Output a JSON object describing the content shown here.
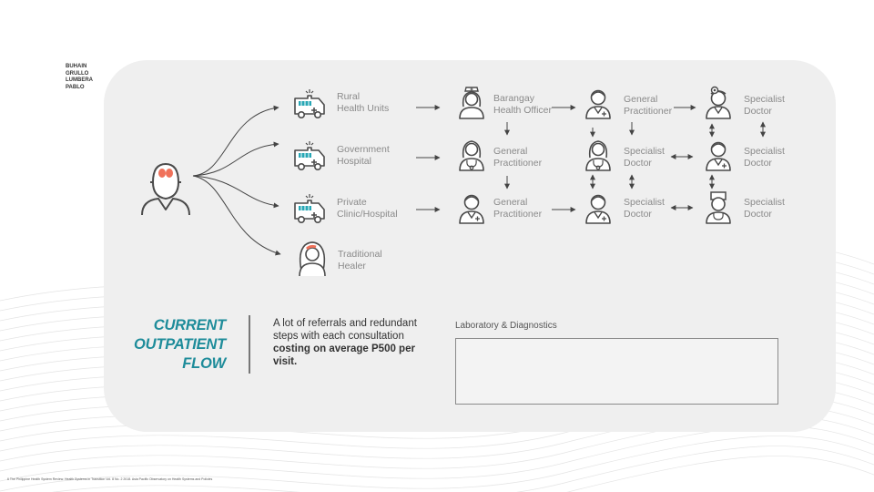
{
  "authors": [
    "BUHAIN",
    "GRULLO",
    "LUMBERA",
    "PABLO"
  ],
  "entry_points": [
    {
      "label_lines": [
        "Rural",
        "Health Units"
      ],
      "icon": "ambulance-icon"
    },
    {
      "label_lines": [
        "Government",
        "Hospital"
      ],
      "icon": "ambulance-icon"
    },
    {
      "label_lines": [
        "Private",
        "Clinic/Hospital"
      ],
      "icon": "ambulance-icon"
    },
    {
      "label_lines": [
        "Traditional",
        "Healer"
      ],
      "icon": "healer-icon"
    }
  ],
  "providers": {
    "row1": [
      {
        "label_lines": [
          "Barangay",
          "Health Officer"
        ],
        "icon": "nurse-icon"
      },
      {
        "label_lines": [
          "General",
          "Practitioner"
        ],
        "icon": "doctor-icon"
      },
      {
        "label_lines": [
          "Specialist",
          "Doctor"
        ],
        "icon": "specialist-doctor-icon"
      }
    ],
    "row2": [
      {
        "label_lines": [
          "General",
          "Practitioner"
        ],
        "icon": "female-doctor-icon"
      },
      {
        "label_lines": [
          "Specialist",
          "Doctor"
        ],
        "icon": "female-doctor-icon"
      },
      {
        "label_lines": [
          "Specialist",
          "Doctor"
        ],
        "icon": "doctor-icon"
      }
    ],
    "row3": [
      {
        "label_lines": [
          "General",
          "Practitioner"
        ],
        "icon": "doctor-icon"
      },
      {
        "label_lines": [
          "Specialist",
          "Doctor"
        ],
        "icon": "doctor-icon"
      },
      {
        "label_lines": [
          "Specialist",
          "Doctor"
        ],
        "icon": "surgeon-doctor-icon"
      }
    ]
  },
  "title_lines": [
    "CURRENT",
    "OUTPATIENT",
    "FLOW"
  ],
  "description": {
    "text": "A lot of referrals and redundant steps with each consultation ",
    "bold": "costing on average P500 per visit."
  },
  "lab": {
    "title": "Laboratory & Diagnostics",
    "icons": [
      "microscope-icon",
      "xray-icon",
      "test-tubes-icon",
      "doctor-monitor-icon",
      "blood-test-icon"
    ]
  },
  "footnote": "6   The Philippine Health System Review. Health Systems in Transition Vol. 8 No. 2 2018. Asia Pacific Observatory on Health Systems and Policies",
  "colors": {
    "accent": "#1e8c9a",
    "icon_stroke": "#4a4a4a",
    "highlight": "#f0715a",
    "panel": "#efefef"
  }
}
